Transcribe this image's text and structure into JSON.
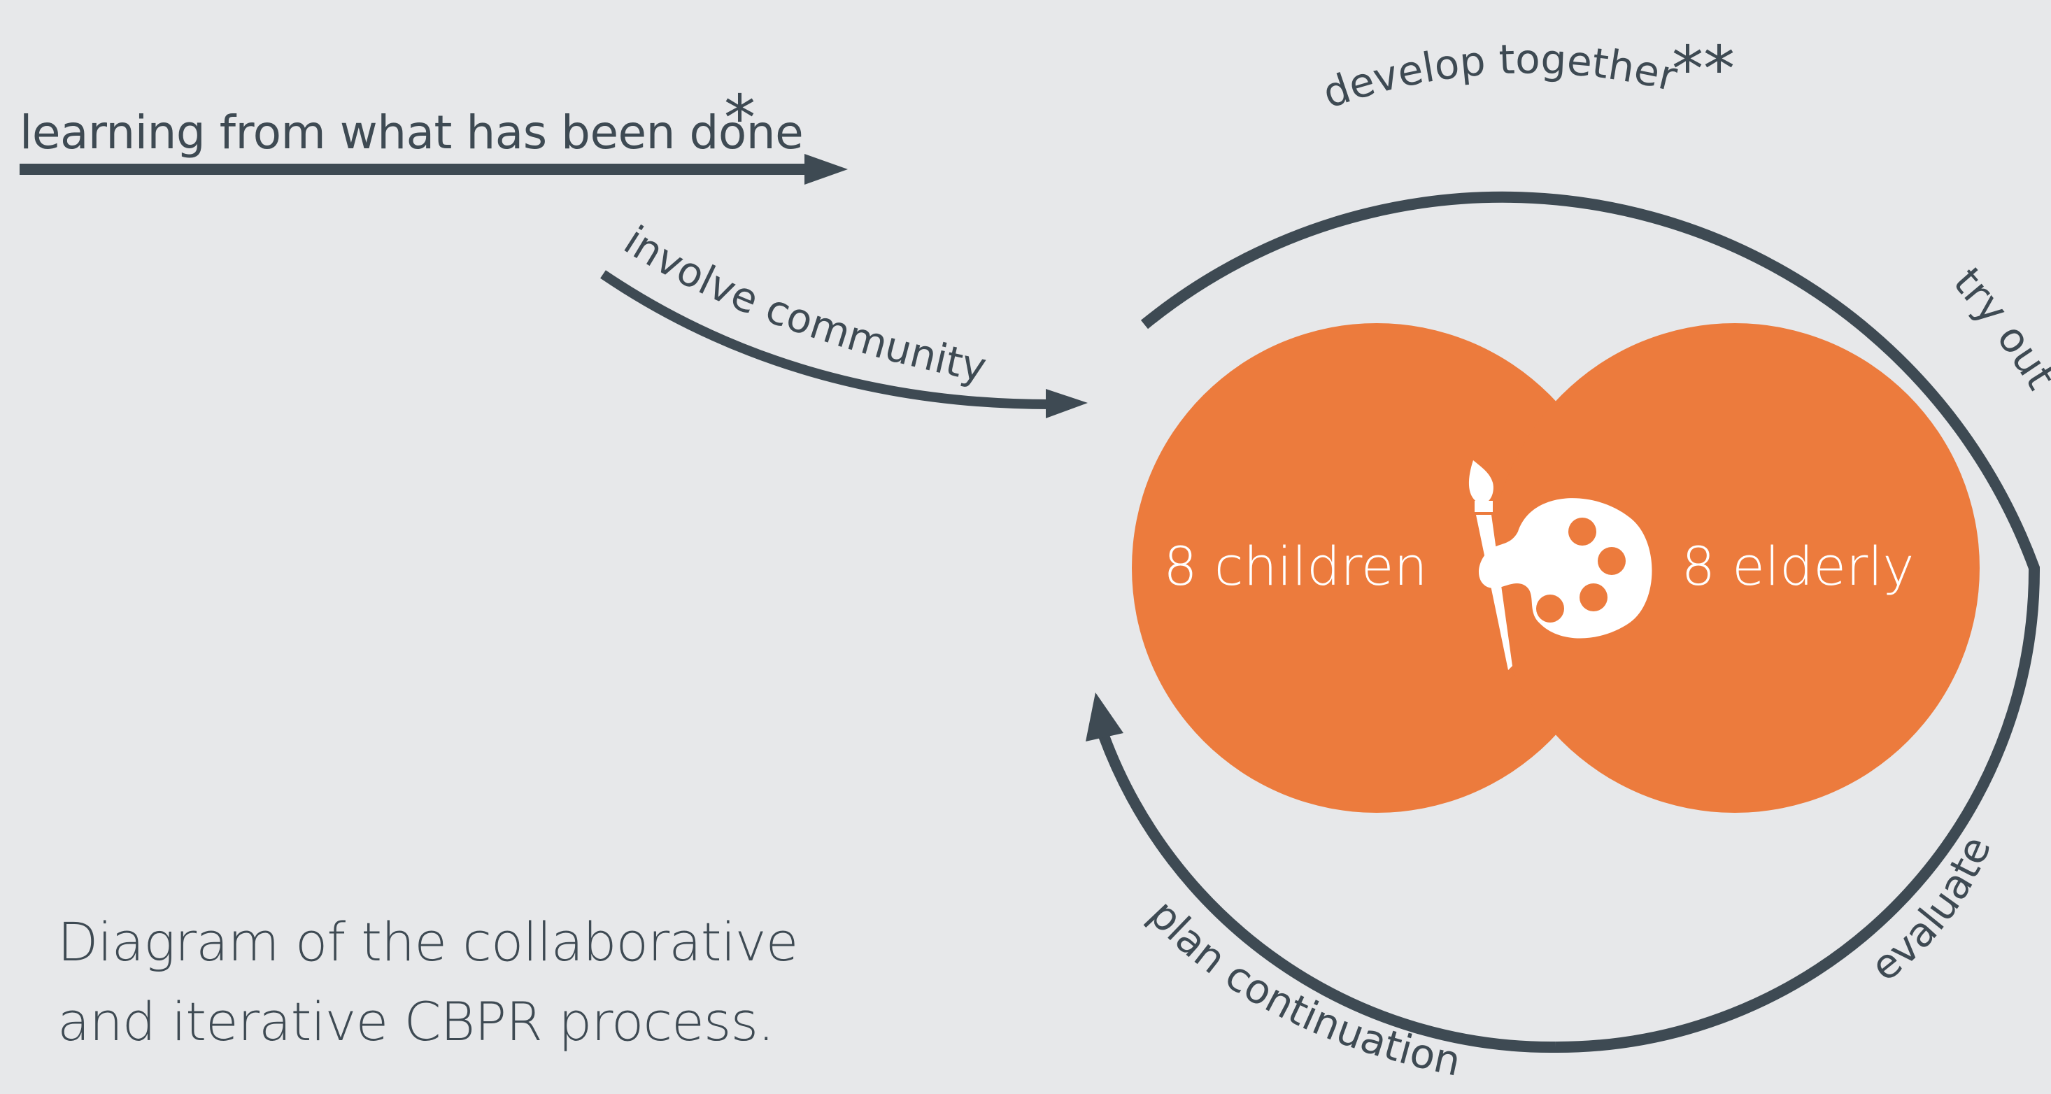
{
  "colors": {
    "background": "#e7e8ea",
    "stroke": "#3e4a53",
    "accent": "#ec7b3d",
    "white": "#ffffff"
  },
  "labels": {
    "learning": "learning from what has been done",
    "learning_mark": "*",
    "involve": "involve community",
    "develop": "develop together",
    "develop_mark": "**",
    "try_out": "try out",
    "evaluate": "evaluate",
    "plan": "plan continuation"
  },
  "groups": {
    "left": "8 children",
    "right": "8 elderly",
    "center_icon": "palette-brush-icon"
  },
  "caption": {
    "line1": "Diagram of the collaborative",
    "line2": "and iterative CBPR process."
  }
}
